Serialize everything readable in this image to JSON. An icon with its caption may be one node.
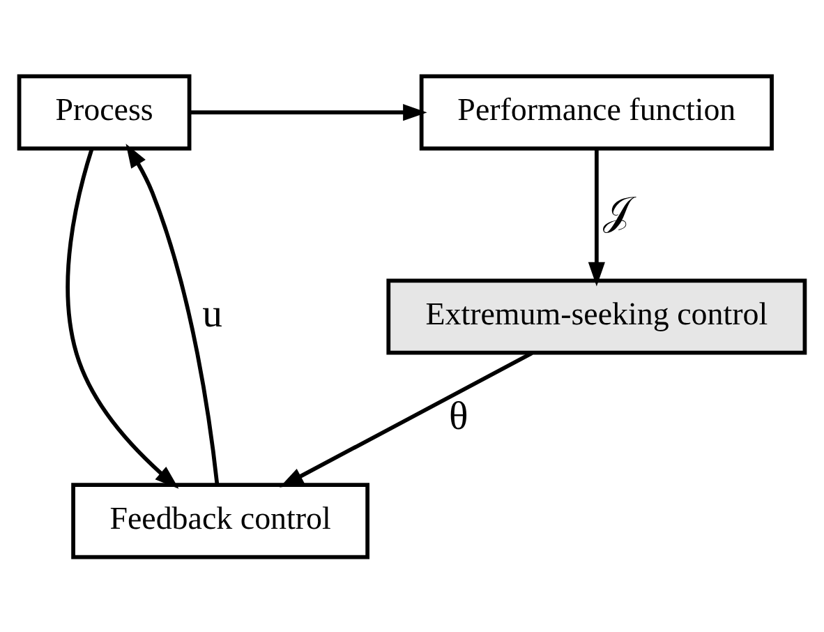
{
  "diagram": {
    "nodes": [
      {
        "text": [
          "Process"
        ]
      },
      {
        "text": [
          "Performance function"
        ]
      },
      {
        "text": [
          "Feedback control"
        ]
      },
      {
        "text": [
          "Extremum-seeking control"
        ]
      }
    ],
    "edges": [
      {
        "from": 0,
        "to": 1,
        "arrow": "to"
      },
      {
        "from": 0,
        "to": 2,
        "arrow": "to"
      },
      {
        "from": 2,
        "to": 0,
        "arrow": "to",
        "label": "u"
      },
      {
        "from": 1,
        "to": 3,
        "arrow": "to",
        "label": "𝒥"
      },
      {
        "from": 3,
        "to": 2,
        "arrow": "to",
        "label": "θ"
      }
    ]
  }
}
